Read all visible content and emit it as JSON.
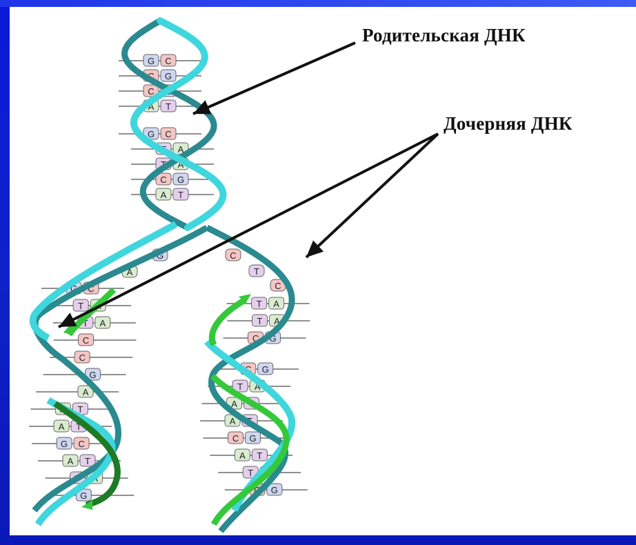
{
  "labels": {
    "parent_dna": "Родительская ДНК",
    "daughter_dna": "Дочерняя ДНК"
  },
  "colors": {
    "background": "#0a1ad8",
    "panel": "#ffffff",
    "old_strand_cyan": "#3fd6dd",
    "old_strand_dark": "#2a8a8f",
    "new_strand_green": "#35c83a",
    "new_strand_dark": "#1f7a26",
    "base_c": "#f4c6c6",
    "base_g": "#cfd7f0",
    "base_a": "#d9ecd0",
    "base_t": "#e4d0ec",
    "arrow": "#111111"
  },
  "base_pairs": {
    "parent": [
      [
        "G",
        "C"
      ],
      [
        "C",
        "G"
      ],
      [
        "C",
        "G"
      ],
      [
        "A",
        "T"
      ],
      [
        "G",
        "C"
      ],
      [
        "T",
        "A"
      ],
      [
        "T",
        "A"
      ],
      [
        "C",
        "G"
      ],
      [
        "A",
        "T"
      ]
    ],
    "fork_single": [
      "G",
      "A",
      "C",
      "T",
      "C"
    ],
    "left_daughter": [
      [
        "G",
        "C"
      ],
      [
        "T",
        "A"
      ],
      [
        "T",
        "A"
      ],
      [
        "C",
        ""
      ],
      [
        "C",
        ""
      ],
      [
        "",
        "G"
      ],
      [
        "",
        "A"
      ],
      [
        "A",
        "T"
      ],
      [
        "A",
        "T"
      ],
      [
        "G",
        "C"
      ],
      [
        "A",
        "T"
      ],
      [
        "T",
        "A"
      ],
      [
        "G",
        ""
      ]
    ],
    "right_daughter": [
      [
        "T",
        "A"
      ],
      [
        "T",
        "A"
      ],
      [
        "C",
        "G"
      ],
      [
        "C",
        "G"
      ],
      [
        "T",
        "A"
      ],
      [
        "A",
        "T"
      ],
      [
        "A",
        "T"
      ],
      [
        "C",
        "G"
      ],
      [
        "A",
        "T"
      ],
      [
        "T",
        "A"
      ],
      [
        "C",
        "G"
      ]
    ]
  }
}
